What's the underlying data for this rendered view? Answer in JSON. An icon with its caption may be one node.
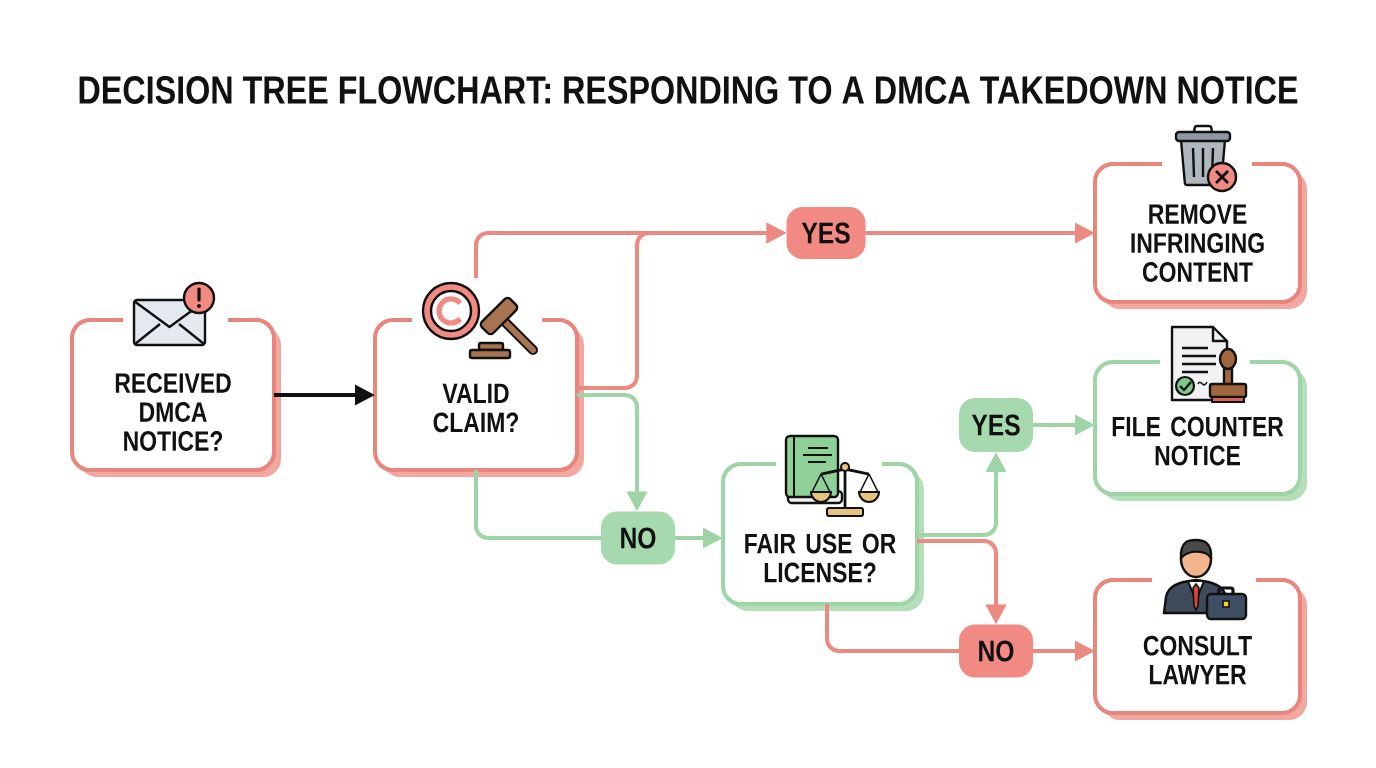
{
  "diagram": {
    "title": "DECISION TREE FLOWCHART: RESPONDING TO A DMCA TAKEDOWN NOTICE",
    "nodes": [
      {
        "text": [
          "RECEIVED DMCA NOTICE?"
        ]
      },
      {
        "text": [
          "VALID CLAIM?"
        ]
      },
      {
        "text": [
          "YES"
        ]
      },
      {
        "text": [
          "REMOVE INFRINGING CONTENT"
        ]
      },
      {
        "text": [
          "NO"
        ]
      },
      {
        "text": [
          "FAIR USE OR LICENSE?"
        ]
      },
      {
        "text": [
          "YES"
        ]
      },
      {
        "text": [
          "FILE COUNTER NOTICE"
        ]
      },
      {
        "text": [
          "NO"
        ]
      },
      {
        "text": [
          "CONSULT LAWYER"
        ]
      }
    ],
    "edges": [
      {
        "from": 0,
        "to": 1,
        "arrow": "to",
        "color": "#111111"
      },
      {
        "from": 1,
        "to": 2,
        "arrow": "to"
      },
      {
        "from": 1,
        "to": 2,
        "arrow": "to"
      },
      {
        "from": 2,
        "to": 3,
        "arrow": "to"
      },
      {
        "from": 1,
        "to": 4,
        "arrow": "to",
        "color": "#9fd4a7"
      },
      {
        "from": 1,
        "to": 4,
        "arrow": "none",
        "color": "#9fd4a7"
      },
      {
        "from": 4,
        "to": 5,
        "arrow": "to",
        "color": "#9fd4a7"
      },
      {
        "from": 5,
        "to": 6,
        "arrow": "to",
        "color": "#9fd4a7"
      },
      {
        "from": 6,
        "to": 7,
        "arrow": "to",
        "color": "#9fd4a7"
      },
      {
        "from": 5,
        "to": 8,
        "arrow": "to"
      },
      {
        "from": 5,
        "to": 8,
        "arrow": "none"
      },
      {
        "from": 8,
        "to": 9,
        "arrow": "to"
      }
    ]
  }
}
